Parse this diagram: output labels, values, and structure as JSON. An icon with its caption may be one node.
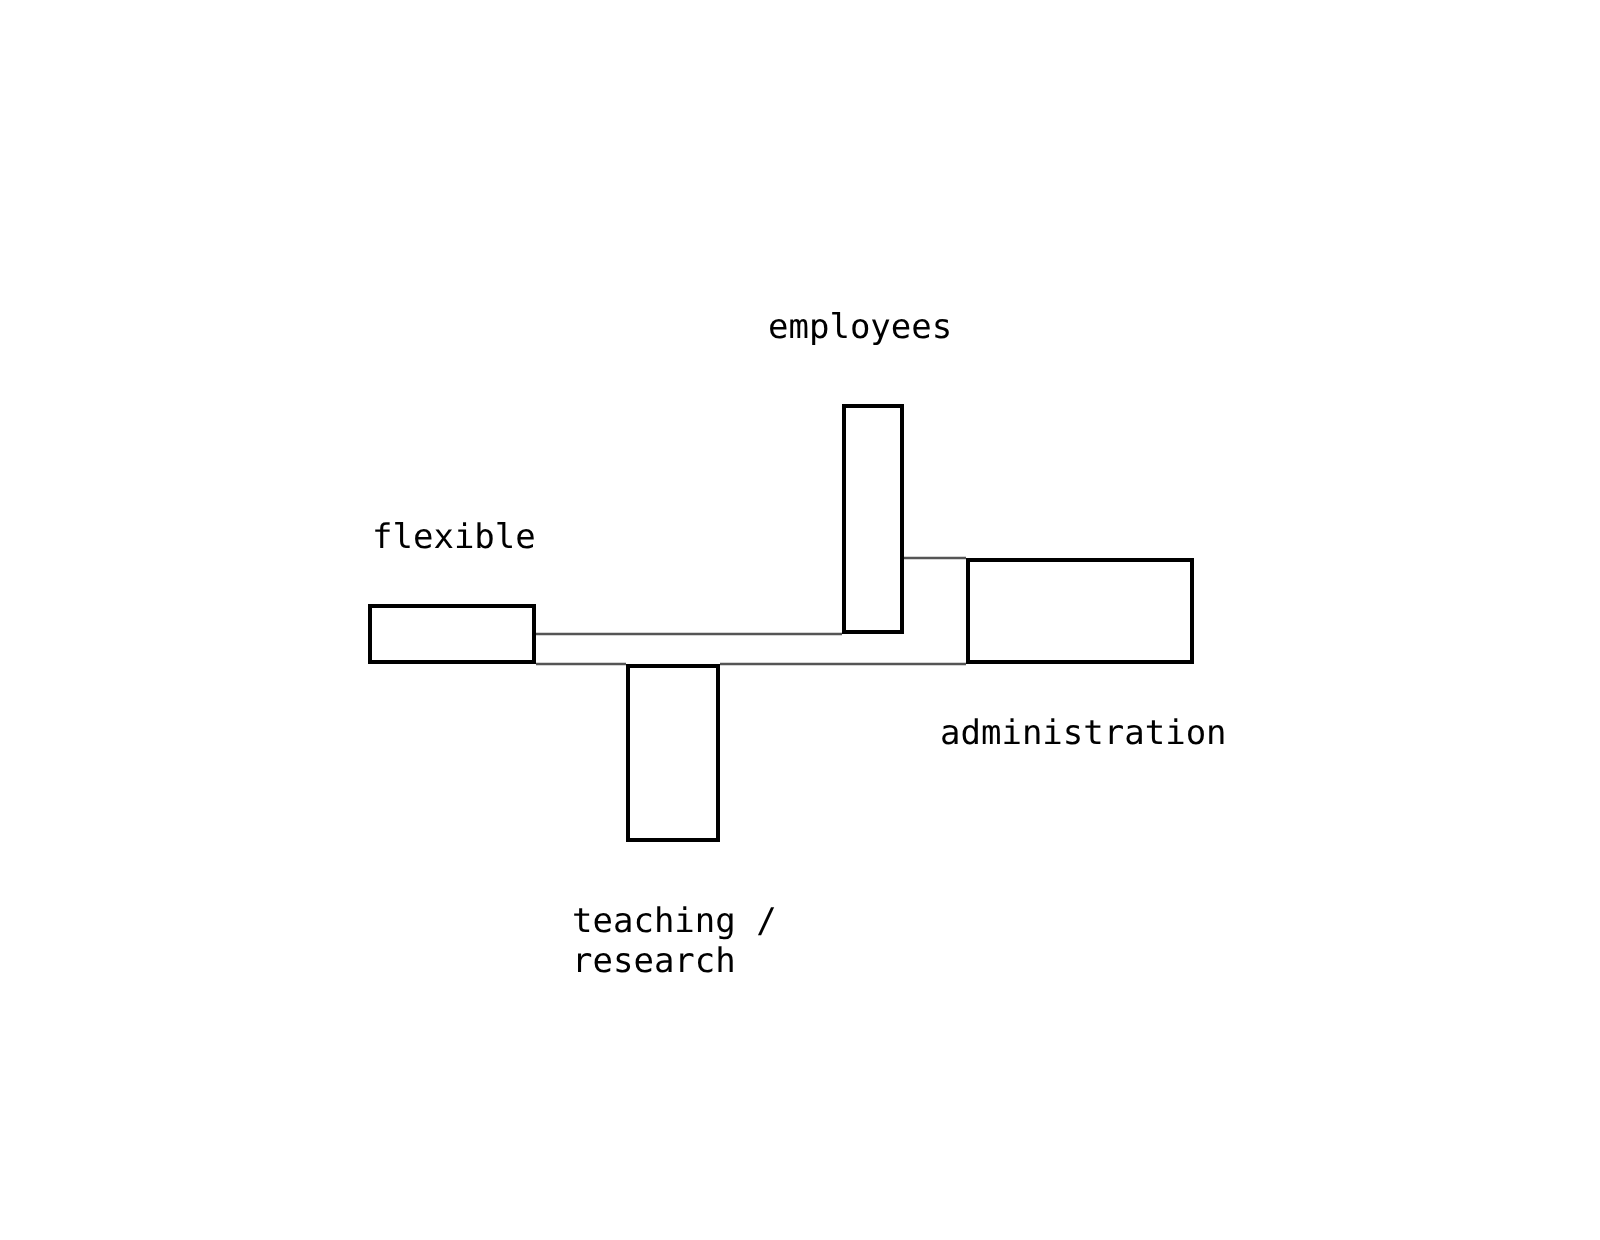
{
  "diagram": {
    "nodes": [
      {
        "text": [
          "employees"
        ]
      },
      {
        "text": [
          "flexible"
        ]
      },
      {
        "text": [
          "administration"
        ]
      },
      {
        "text": [
          "teaching / research"
        ]
      }
    ],
    "edges": [
      {
        "from": 1,
        "to": 0,
        "arrow": "none"
      },
      {
        "from": 0,
        "to": 2,
        "arrow": "none"
      },
      {
        "from": 1,
        "to": 3,
        "arrow": "none"
      },
      {
        "from": 3,
        "to": 2,
        "arrow": "none"
      }
    ]
  }
}
